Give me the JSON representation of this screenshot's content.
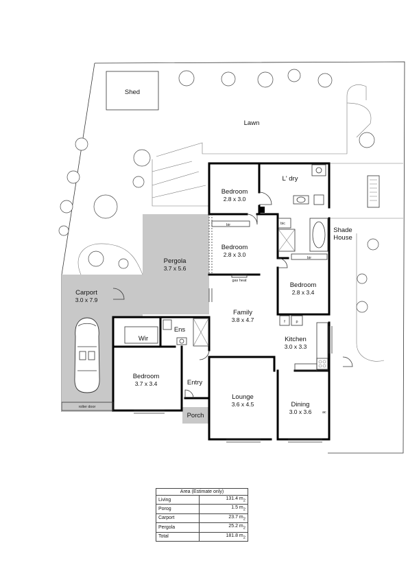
{
  "rooms": {
    "shed": {
      "name": "Shed"
    },
    "lawn": {
      "name": "Lawn"
    },
    "bedroom_1": {
      "name": "Bedroom",
      "dims": "2.8 x 3.0"
    },
    "laundry": {
      "name": "L' dry"
    },
    "bedroom_2": {
      "name": "Bedroom",
      "dims": "2.8 x 3.0"
    },
    "shade_house": {
      "name_line1": "Shade",
      "name_line2": "House"
    },
    "pergola": {
      "name": "Pergola",
      "dims": "3.7 x 5.6"
    },
    "bedroom_3": {
      "name": "Bedroom",
      "dims": "2.8 x 3.4"
    },
    "carport": {
      "name": "Carport",
      "dims": "3.0 x 7.9"
    },
    "family": {
      "name": "Family",
      "dims": "3.8 x 4.7"
    },
    "wir": {
      "name": "Wir"
    },
    "ensuite": {
      "name": "Ens"
    },
    "kitchen": {
      "name": "Kitchen",
      "dims": "3.0 x 3.3"
    },
    "main_bedroom": {
      "name": "Bedroom",
      "dims": "3.7 x 3.4"
    },
    "entry": {
      "name": "Entry"
    },
    "lounge": {
      "name": "Lounge",
      "dims": "3.6 x 4.5"
    },
    "dining": {
      "name": "Dining",
      "dims": "3.0 x 3.6"
    },
    "porch": {
      "name": "Porch"
    }
  },
  "labels": {
    "bir_1": "bir",
    "bir_2": "bir",
    "bic": "bic",
    "gas_heat": "gas heat",
    "roller_door": "roller door",
    "fridge": "f",
    "pantry": "p",
    "ac": "ac"
  },
  "area_table": {
    "title": "Area (Estimate only)",
    "rows": [
      {
        "label": "Living",
        "value": "131.4 m",
        "unit_exp": "2"
      },
      {
        "label": "Porog",
        "value": "1.5 m",
        "unit_exp": "2"
      },
      {
        "label": "Carport",
        "value": "23.7 m",
        "unit_exp": "2"
      },
      {
        "label": "Pergola",
        "value": "25.2 m",
        "unit_exp": "2"
      },
      {
        "label": "Total",
        "value": "181.8 m",
        "unit_exp": "2"
      }
    ]
  },
  "colors": {
    "outdoor_fill": "#c8c8c8",
    "porch_fill": "#c8c8c8",
    "wall": "#000000"
  }
}
